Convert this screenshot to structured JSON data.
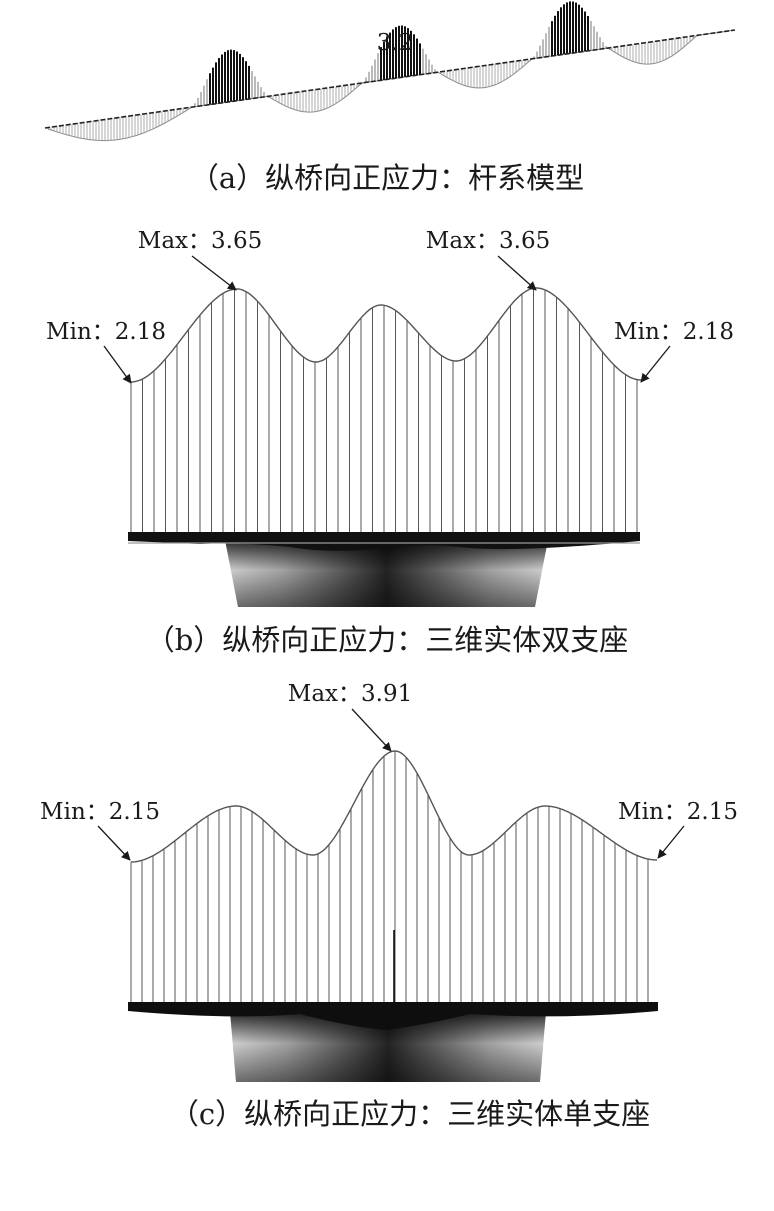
{
  "panels": {
    "a": {
      "caption": "（a）纵桥向正应力：杆系模型",
      "peak_label": "3.2"
    },
    "b": {
      "caption": "（b）纵桥向正应力：三维实体双支座",
      "labels": {
        "max_left": "Max：3.65",
        "max_right": "Max：3.65",
        "min_left": "Min：2.18",
        "min_right": "Min：2.18"
      }
    },
    "c": {
      "caption": "（c）纵桥向正应力：三维实体单支座",
      "labels": {
        "max_center": "Max：3.91",
        "min_left": "Min：2.15",
        "min_right": "Min：2.15"
      }
    }
  },
  "colors": {
    "outline": "#555555",
    "hatch": "#444444",
    "deck": "#111111",
    "pier_light": "#f2f2f2",
    "pier_dark": "#151515"
  }
}
